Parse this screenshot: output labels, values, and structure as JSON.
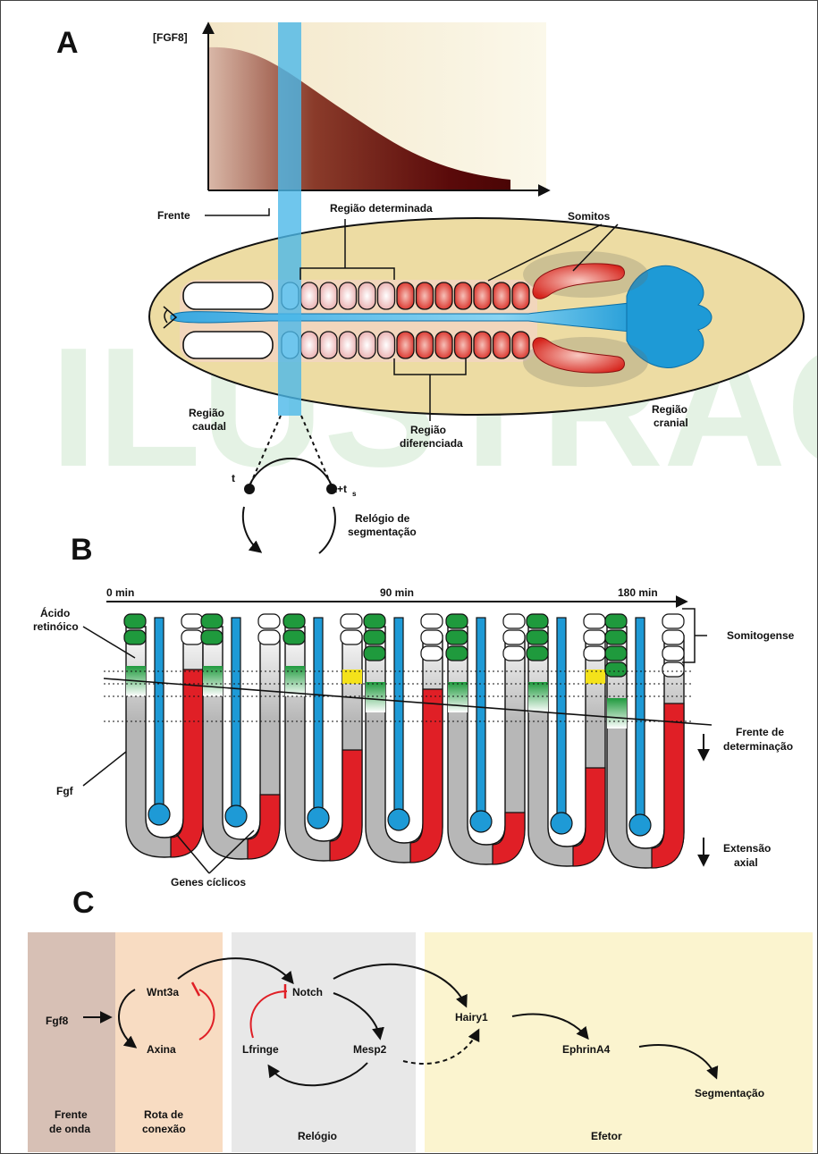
{
  "watermark": "ILUSTRAÇÃO",
  "panel_a": {
    "letter": "A",
    "y_axis_label": "[FGF8]",
    "labels": {
      "frente": "Frente",
      "regiao_determinada": "Região determinada",
      "somitos": "Somitos",
      "regiao_caudal_1": "Região",
      "regiao_caudal_2": "caudal",
      "regiao_cranial_1": "Região",
      "regiao_cranial_2": "cranial",
      "regiao_diferenciada_1": "Região",
      "regiao_diferenciada_2": "diferenciada",
      "relogio_1": "Relógio de",
      "relogio_2": "segmentação",
      "t": "t",
      "t_plus": "t+t",
      "t_sub": "s"
    },
    "colors": {
      "gradient_dark": "#5a0a0a",
      "gradient_light": "#f6efd4",
      "band": "#4bb8e8",
      "embryo": "#eddca3",
      "somite_red": "#e0302a"
    }
  },
  "panel_b": {
    "letter": "B",
    "time_labels": [
      "0 min",
      "90 min",
      "180 min"
    ],
    "labels": {
      "acido_1": "Ácido",
      "acido_2": "retinóico",
      "fgf": "Fgf",
      "genes_ciclicos": "Genes cíclicos",
      "somitogenese": "Somitogense",
      "frente_1": "Frente de",
      "frente_2": "determinação",
      "extensao_1": "Extensão",
      "extensao_2": "axial"
    },
    "colors": {
      "green": "#1f9a3d",
      "blue": "#1e9ad6",
      "red": "#e01f26",
      "gray": "#b7b7b7",
      "yellow": "#f4e21a"
    }
  },
  "panel_c": {
    "letter": "C",
    "nodes": {
      "fgf8": "Fgf8",
      "wnt3a": "Wnt3a",
      "axina": "Axina",
      "notch": "Notch",
      "lfringe": "Lfringe",
      "mesp2": "Mesp2",
      "hairy1": "Hairy1",
      "ephrina4": "EphrinA4",
      "segmentacao": "Segmentação"
    },
    "columns": [
      {
        "line1": "Frente",
        "line2": "de onda",
        "color": "#d7c0b5"
      },
      {
        "line1": "Rota de",
        "line2": "conexão",
        "color": "#f8dcc2"
      },
      {
        "line1": "Relógio",
        "line2": "",
        "color": "#e8e8e8"
      },
      {
        "line1": "Efetor",
        "line2": "",
        "color": "#fbf4cf"
      }
    ]
  }
}
